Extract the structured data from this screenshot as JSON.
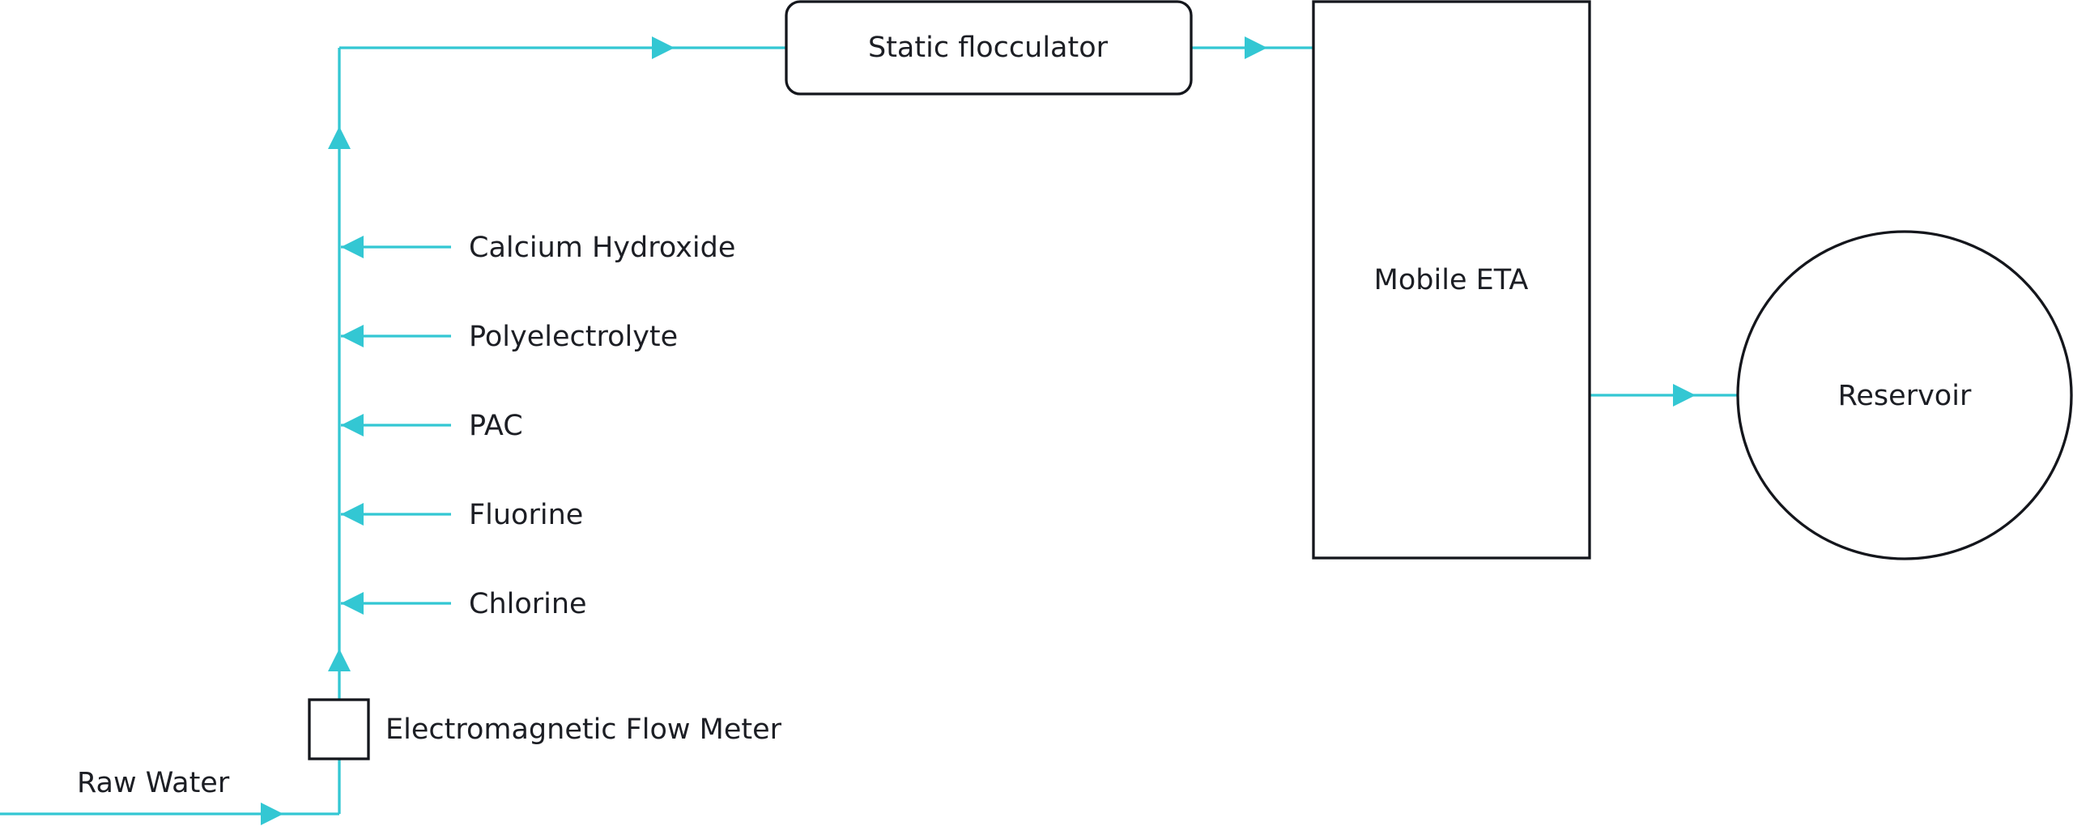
{
  "colors": {
    "pipe": "#33c7d3",
    "outline": "#14161c",
    "text": "#1c1e24",
    "background": "#ffffff"
  },
  "labels": {
    "raw_water": "Raw Water",
    "flow_meter": "Electromagnetic Flow Meter",
    "static_flocculator": "Static flocculator",
    "mobile_eta": "Mobile ETA",
    "reservoir": "Reservoir"
  },
  "chemicals": [
    "Calcium Hydroxide",
    "Polyelectrolyte",
    "PAC",
    "Fluorine",
    "Chlorine"
  ]
}
